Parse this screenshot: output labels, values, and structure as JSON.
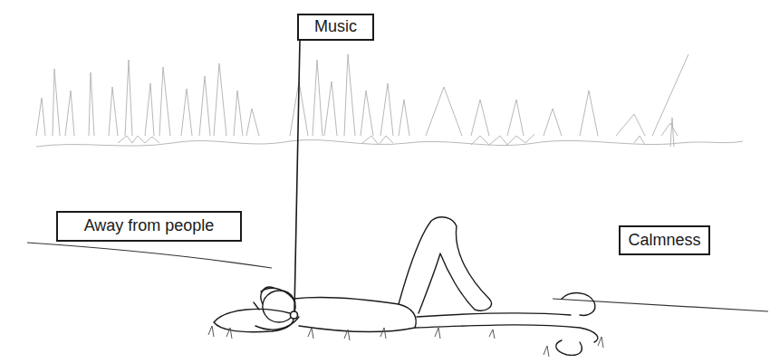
{
  "diagram": {
    "nodes": [
      {
        "text": [
          "Music"
        ]
      },
      {
        "text": [
          "Away from people"
        ]
      },
      {
        "text": [
          "Calmness"
        ]
      }
    ]
  }
}
